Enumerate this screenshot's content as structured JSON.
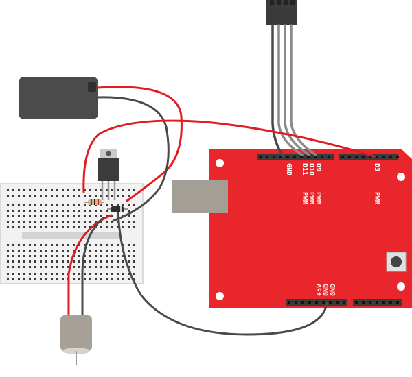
{
  "colors": {
    "board": "#e8262c",
    "board_hole": "#ffffff",
    "header": "#3a3a3a",
    "wire_red": "#e21b23",
    "wire_black": "#4a4a4a",
    "wire_gray": "#8a8a8a",
    "battery": "#4b4b4b",
    "breadboard": "#f2f2f2",
    "breadboard_hole": "#3c3c3c",
    "usb": "#a39e96",
    "transistor": "#3b3b3b",
    "transistor_tab": "#c9c9c9",
    "motor": "#a7a097",
    "resistor": "#d9b58a"
  },
  "arduino": {
    "pin_labels": {
      "gnd_top": "GND",
      "d11": "D11",
      "d10": "D10",
      "d9": "D9",
      "d3": "D3",
      "pwm_1": "PWM",
      "pwm_2": "PWM",
      "pwm_3": "PWM",
      "pwm_4": "PWM",
      "plus5v": "+5V",
      "gnd_bottom_1": "GND",
      "gnd_bottom_2": "GND"
    }
  }
}
